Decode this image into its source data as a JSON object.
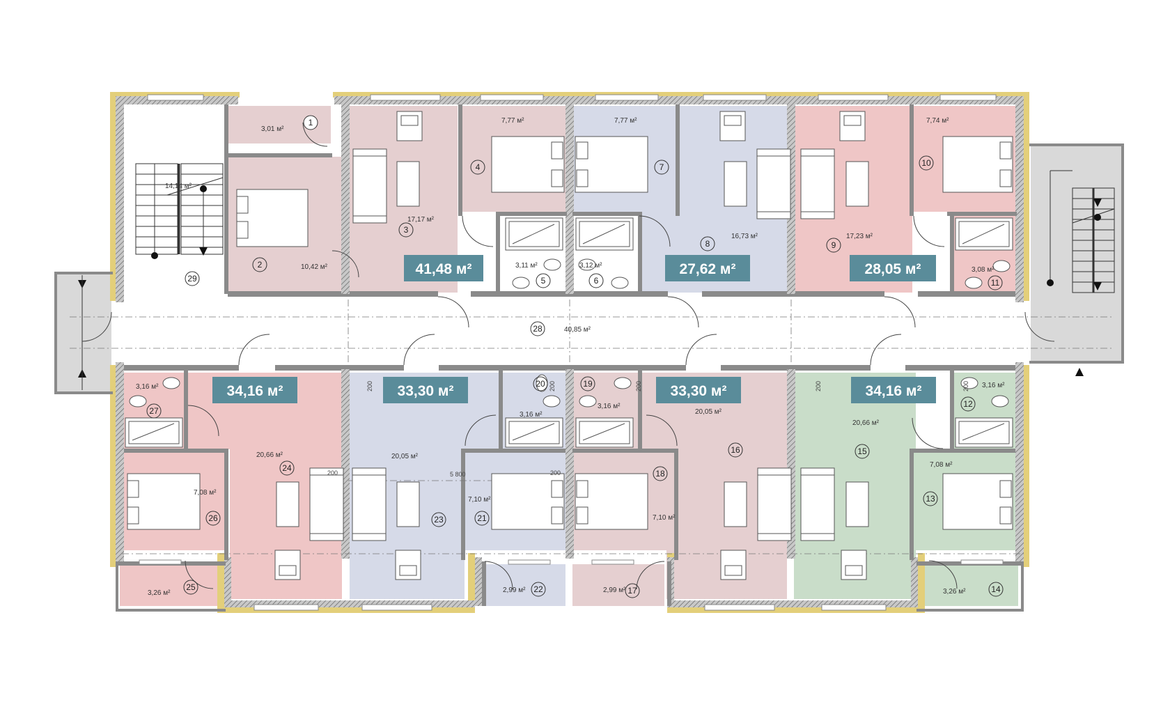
{
  "colors": {
    "apt_pink": "#e5cfd0",
    "apt_blue": "#d6dae8",
    "apt_red": "#efc6c6",
    "apt_green": "#c9ddc9",
    "wall": "#8a8a8a",
    "badge": "#5a8c9a",
    "yellow_insulation": "#e3cf7a"
  },
  "icons": [
    "bed-icon",
    "sofa-icon",
    "armchair-icon",
    "table-icon",
    "toilet-icon",
    "sink-icon",
    "bathtub-icon",
    "door-swing-icon",
    "stair-arrow-icon"
  ],
  "apartments": [
    {
      "id": "apt-a",
      "label": "41,48 м²"
    },
    {
      "id": "apt-b",
      "label": "27,62 м²"
    },
    {
      "id": "apt-c",
      "label": "28,05 м²"
    },
    {
      "id": "apt-d",
      "label": "34,16 м²"
    },
    {
      "id": "apt-e",
      "label": "33,30 м²"
    },
    {
      "id": "apt-f",
      "label": "33,30 м²"
    },
    {
      "id": "apt-g",
      "label": "34,16 м²"
    }
  ],
  "rooms": [
    {
      "num": "1",
      "area": "3,01 м²"
    },
    {
      "num": "2",
      "area": "10,42 м²"
    },
    {
      "num": "3",
      "area": "17,17 м²"
    },
    {
      "num": "4",
      "area": "7,77 м²"
    },
    {
      "num": "5",
      "area": "3,11 м²"
    },
    {
      "num": "6",
      "area": "3,12 м²"
    },
    {
      "num": "7",
      "area": "7,77 м²"
    },
    {
      "num": "8",
      "area": "16,73 м²"
    },
    {
      "num": "9",
      "area": "17,23 м²"
    },
    {
      "num": "10",
      "area": "7,74 м²"
    },
    {
      "num": "11",
      "area": "3,08 м²"
    },
    {
      "num": "12",
      "area": "3,16 м²"
    },
    {
      "num": "13",
      "area": "7,08 м²"
    },
    {
      "num": "14",
      "area": "3,26 м²"
    },
    {
      "num": "15",
      "area": "20,66 м²"
    },
    {
      "num": "16",
      "area": "20,05 м²"
    },
    {
      "num": "17",
      "area": "2,99 м²"
    },
    {
      "num": "18",
      "area": "7,10 м²"
    },
    {
      "num": "19",
      "area": "3,16 м²"
    },
    {
      "num": "20",
      "area": "3,16 м²"
    },
    {
      "num": "21",
      "area": "7,10 м²"
    },
    {
      "num": "22",
      "area": "2,99 м²"
    },
    {
      "num": "23",
      "area": "20,05 м²"
    },
    {
      "num": "24",
      "area": "20,66 м²"
    },
    {
      "num": "25",
      "area": "3,26 м²"
    },
    {
      "num": "26",
      "area": "7,08 м²"
    },
    {
      "num": "27",
      "area": "3,16 м²"
    },
    {
      "num": "28",
      "area": "40,85 м²"
    },
    {
      "num": "29",
      "area": "14,14 м²"
    }
  ],
  "dimensions": [
    "200",
    "200",
    "200",
    "200",
    "200",
    "200",
    "200",
    "5 800"
  ]
}
